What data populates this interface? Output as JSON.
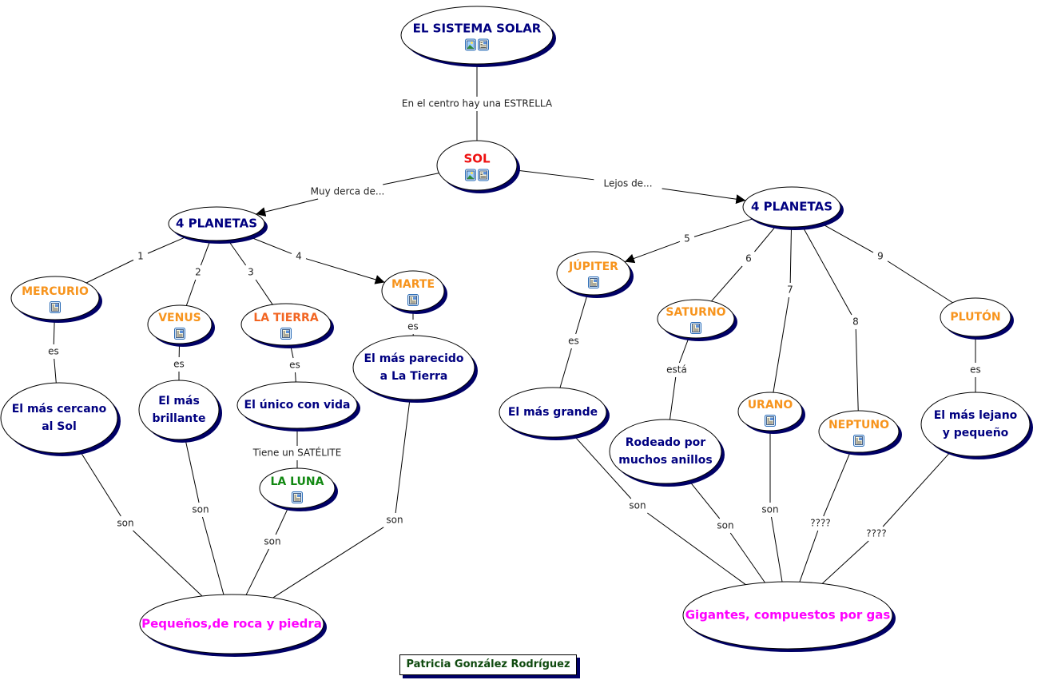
{
  "title": "EL SISTEMA SOLAR",
  "colors": {
    "navy": "#000080",
    "orange": "#f7941d",
    "orange_tierra": "#f26522",
    "red": "#ee1111",
    "green": "#118811",
    "magenta": "#ff00ff",
    "author_green": "#0f4a0f",
    "shadow": "#000066"
  },
  "nodes": [
    {
      "id": "sistema",
      "lines": [
        "EL SISTEMA SOLAR"
      ],
      "color": "navy",
      "icons": [
        "image-icon",
        "document-icon"
      ]
    },
    {
      "id": "sol",
      "lines": [
        "SOL"
      ],
      "color": "red",
      "icons": [
        "image-icon",
        "document-icon"
      ]
    },
    {
      "id": "planetas_in",
      "lines": [
        "4 PLANETAS"
      ],
      "color": "navy",
      "icons": []
    },
    {
      "id": "planetas_out",
      "lines": [
        "4 PLANETAS"
      ],
      "color": "navy",
      "icons": []
    },
    {
      "id": "mercurio",
      "lines": [
        "MERCURIO"
      ],
      "color": "orange",
      "icons": [
        "document-icon"
      ]
    },
    {
      "id": "venus",
      "lines": [
        "VENUS"
      ],
      "color": "orange",
      "icons": [
        "document-icon"
      ]
    },
    {
      "id": "tierra",
      "lines": [
        "LA TIERRA"
      ],
      "color": "orange_tierra",
      "icons": [
        "document-icon"
      ]
    },
    {
      "id": "marte",
      "lines": [
        "MARTE"
      ],
      "color": "orange",
      "icons": [
        "document-icon"
      ]
    },
    {
      "id": "cercano",
      "lines": [
        "El más cercano",
        "al Sol"
      ],
      "color": "navy",
      "icons": []
    },
    {
      "id": "brillante",
      "lines": [
        "El más",
        "brillante"
      ],
      "color": "navy",
      "icons": []
    },
    {
      "id": "vida",
      "lines": [
        "El único con vida"
      ],
      "color": "navy",
      "icons": []
    },
    {
      "id": "parecido",
      "lines": [
        "El más parecido",
        "a La Tierra"
      ],
      "color": "navy",
      "icons": []
    },
    {
      "id": "luna",
      "lines": [
        "LA LUNA"
      ],
      "color": "green",
      "icons": [
        "document-icon"
      ]
    },
    {
      "id": "pequenos",
      "lines": [
        "Pequeños,de roca y piedra"
      ],
      "color": "magenta",
      "icons": []
    },
    {
      "id": "jupiter",
      "lines": [
        "JÚPITER"
      ],
      "color": "orange",
      "icons": [
        "document-icon"
      ]
    },
    {
      "id": "saturno",
      "lines": [
        "SATURNO"
      ],
      "color": "orange",
      "icons": [
        "document-icon"
      ]
    },
    {
      "id": "urano",
      "lines": [
        "URANO"
      ],
      "color": "orange",
      "icons": [
        "document-icon"
      ]
    },
    {
      "id": "neptuno",
      "lines": [
        "NEPTUNO"
      ],
      "color": "orange",
      "icons": [
        "document-icon"
      ]
    },
    {
      "id": "pluton",
      "lines": [
        "PLUTÓN"
      ],
      "color": "orange",
      "icons": []
    },
    {
      "id": "grande",
      "lines": [
        "El más grande"
      ],
      "color": "navy",
      "icons": []
    },
    {
      "id": "anillos",
      "lines": [
        "Rodeado por",
        "muchos anillos"
      ],
      "color": "navy",
      "icons": []
    },
    {
      "id": "lejano",
      "lines": [
        "El más lejano",
        "y pequeño"
      ],
      "color": "navy",
      "icons": []
    },
    {
      "id": "gigantes",
      "lines": [
        "Gigantes, compuestos por gas"
      ],
      "color": "magenta",
      "icons": []
    }
  ],
  "links": [
    {
      "from": "sistema",
      "to": "sol",
      "label": "En el centro hay una ESTRELLA",
      "arrow": false
    },
    {
      "from": "sol",
      "to": "planetas_in",
      "label": "Muy derca de...",
      "arrow": true
    },
    {
      "from": "sol",
      "to": "planetas_out",
      "label": "Lejos de...",
      "arrow": true
    },
    {
      "from": "planetas_in",
      "to": "mercurio",
      "label": "1",
      "arrow": false
    },
    {
      "from": "planetas_in",
      "to": "venus",
      "label": "2",
      "arrow": false
    },
    {
      "from": "planetas_in",
      "to": "tierra",
      "label": "3",
      "arrow": false
    },
    {
      "from": "planetas_in",
      "to": "marte",
      "label": "4",
      "arrow": true
    },
    {
      "from": "mercurio",
      "to": "cercano",
      "label": "es",
      "arrow": false
    },
    {
      "from": "venus",
      "to": "brillante",
      "label": "es",
      "arrow": false
    },
    {
      "from": "tierra",
      "to": "vida",
      "label": "es",
      "arrow": false
    },
    {
      "from": "marte",
      "to": "parecido",
      "label": "es",
      "arrow": false
    },
    {
      "from": "vida",
      "to": "luna",
      "label": "Tiene un SATÉLITE",
      "arrow": false
    },
    {
      "from": "cercano",
      "to": "pequenos",
      "label": "son",
      "arrow": false
    },
    {
      "from": "brillante",
      "to": "pequenos",
      "label": "son",
      "arrow": false
    },
    {
      "from": "luna",
      "to": "pequenos",
      "label": "son",
      "arrow": false
    },
    {
      "from": "parecido",
      "to": "pequenos",
      "label": "son",
      "arrow": false
    },
    {
      "from": "planetas_out",
      "to": "jupiter",
      "label": "5",
      "arrow": true
    },
    {
      "from": "planetas_out",
      "to": "saturno",
      "label": "6",
      "arrow": false
    },
    {
      "from": "planetas_out",
      "to": "urano",
      "label": "7",
      "arrow": false
    },
    {
      "from": "planetas_out",
      "to": "neptuno",
      "label": "8",
      "arrow": false
    },
    {
      "from": "planetas_out",
      "to": "pluton",
      "label": "9",
      "arrow": false
    },
    {
      "from": "jupiter",
      "to": "grande",
      "label": "es",
      "arrow": false
    },
    {
      "from": "saturno",
      "to": "anillos",
      "label": "está",
      "arrow": false
    },
    {
      "from": "pluton",
      "to": "lejano",
      "label": "es",
      "arrow": false
    },
    {
      "from": "grande",
      "to": "gigantes",
      "label": "son",
      "arrow": false
    },
    {
      "from": "anillos",
      "to": "gigantes",
      "label": "son",
      "arrow": false
    },
    {
      "from": "urano",
      "to": "gigantes",
      "label": "son",
      "arrow": false
    },
    {
      "from": "neptuno",
      "to": "gigantes",
      "label": "????",
      "arrow": false
    },
    {
      "from": "lejano",
      "to": "gigantes",
      "label": "????",
      "arrow": false
    }
  ],
  "author": "Patricia González Rodríguez"
}
